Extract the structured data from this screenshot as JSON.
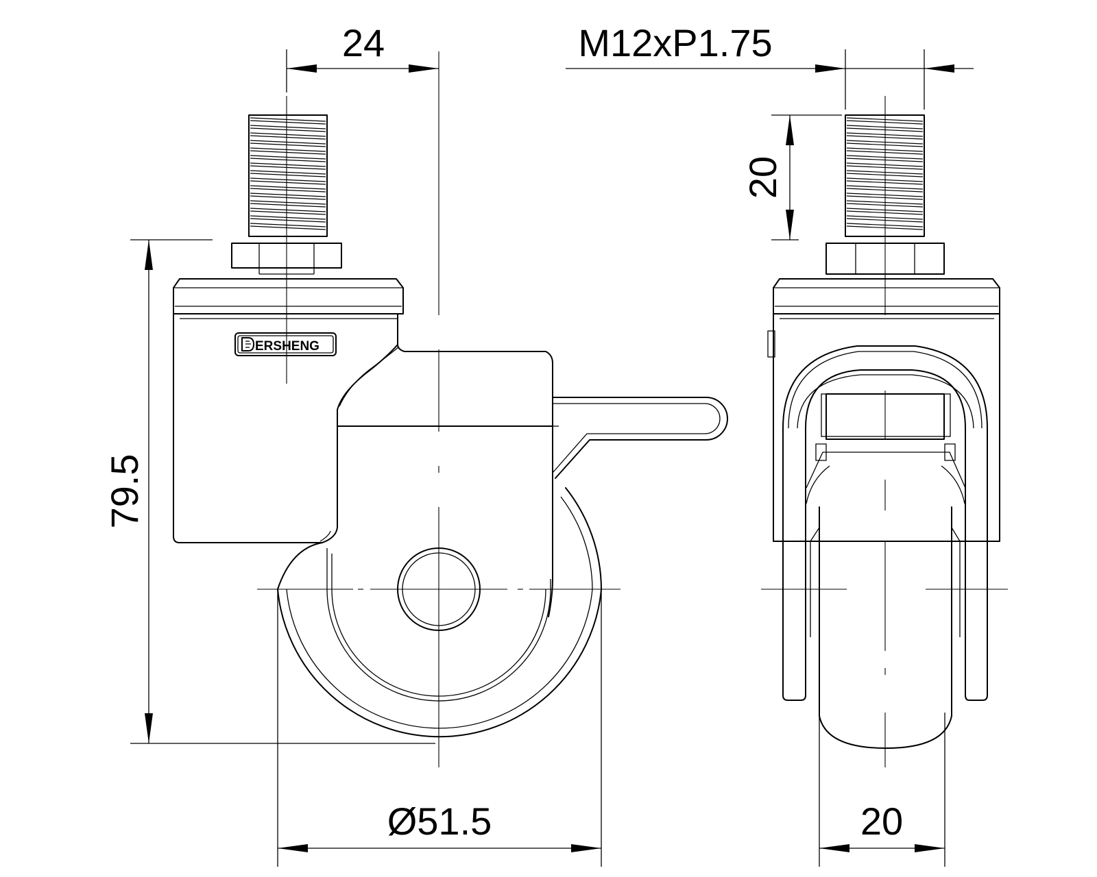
{
  "dimensions": {
    "offset": "24",
    "thread": "M12xP1.75",
    "stem_length": "20",
    "height": "79.5",
    "wheel_diameter": "Ø51.5",
    "wheel_width": "20"
  },
  "brand": {
    "logo_text": "ERSHENG"
  },
  "views": [
    "front",
    "side"
  ]
}
